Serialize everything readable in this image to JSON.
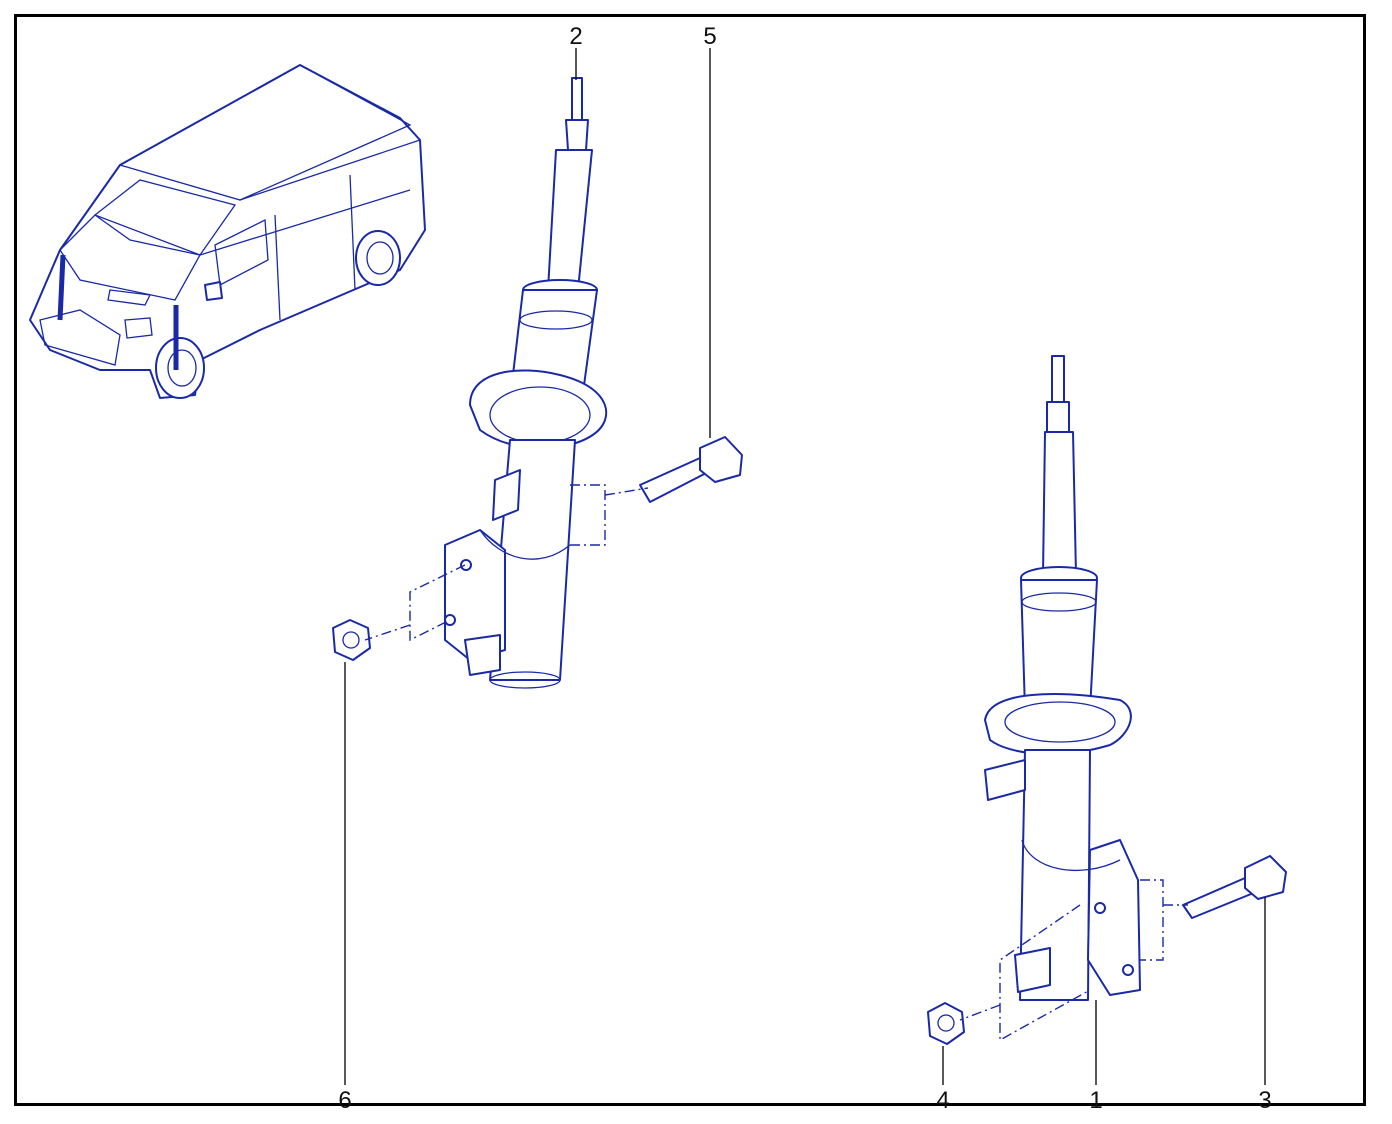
{
  "diagram": {
    "callouts": [
      {
        "id": "1",
        "label": "1"
      },
      {
        "id": "2",
        "label": "2"
      },
      {
        "id": "3",
        "label": "3"
      },
      {
        "id": "4",
        "label": "4"
      },
      {
        "id": "5",
        "label": "5"
      },
      {
        "id": "6",
        "label": "6"
      }
    ]
  },
  "colors": {
    "line_art": "#1a2aa6",
    "frame": "#000000",
    "background": "#ffffff"
  }
}
